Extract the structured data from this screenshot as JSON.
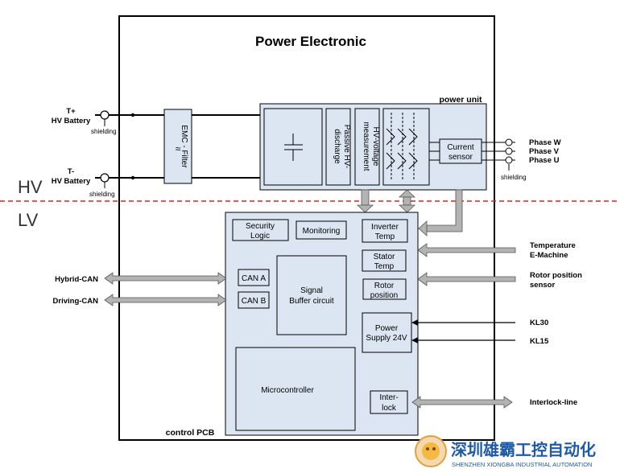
{
  "title": "Power Electronic",
  "power_unit": {
    "label": "power unit",
    "passive_discharge": [
      "Passive HV-",
      "discharge"
    ],
    "hv_measurement": [
      "HV-voltage",
      "measurement"
    ],
    "current_sensor": [
      "Current",
      "sensor"
    ]
  },
  "emc_filter": "EMC - Filter",
  "hv_inputs": {
    "plus_line1": "T+",
    "plus_line2": "HV Battery",
    "minus_line1": "T-",
    "minus_line2": "HV Battery",
    "shielding": "shielding"
  },
  "phases": [
    "Phase W",
    "Phase V",
    "Phase U"
  ],
  "phase_shielding": "shielding",
  "zones": {
    "hv": "HV",
    "lv": "LV"
  },
  "control_pcb": {
    "label": "control PCB",
    "security_logic": [
      "Security",
      "Logic"
    ],
    "monitoring": "Monitoring",
    "inverter_temp": [
      "Inverter",
      "Temp"
    ],
    "stator_temp": [
      "Stator",
      "Temp"
    ],
    "rotor_position": [
      "Rotor",
      "position"
    ],
    "can_a": "CAN A",
    "can_b": "CAN B",
    "signal_buffer": [
      "Signal",
      "Buffer circuit"
    ],
    "power_supply": [
      "Power",
      "Supply 24V"
    ],
    "microcontroller": "Microcontroller",
    "interlock": [
      "Inter-",
      "lock"
    ]
  },
  "left_signals": [
    "Hybrid-CAN",
    "Driving-CAN"
  ],
  "right_signals": {
    "temperature": [
      "Temperature",
      "E-Machine"
    ],
    "rotor_sensor": [
      "Rotor position",
      "sensor"
    ],
    "kl30": "KL30",
    "kl15": "KL15",
    "interlock_line": "Interlock-line"
  },
  "watermark": {
    "cn": "深圳雄霸工控自动化",
    "en": "SHENZHEN XIONGBA INDUSTRIAL AUTOMATION"
  },
  "colors": {
    "fill": "#dce6f2",
    "arrow": "#b3b3b3",
    "hv_lv_divider": "#e02020",
    "watermark_blue": "#1e5aa8"
  }
}
